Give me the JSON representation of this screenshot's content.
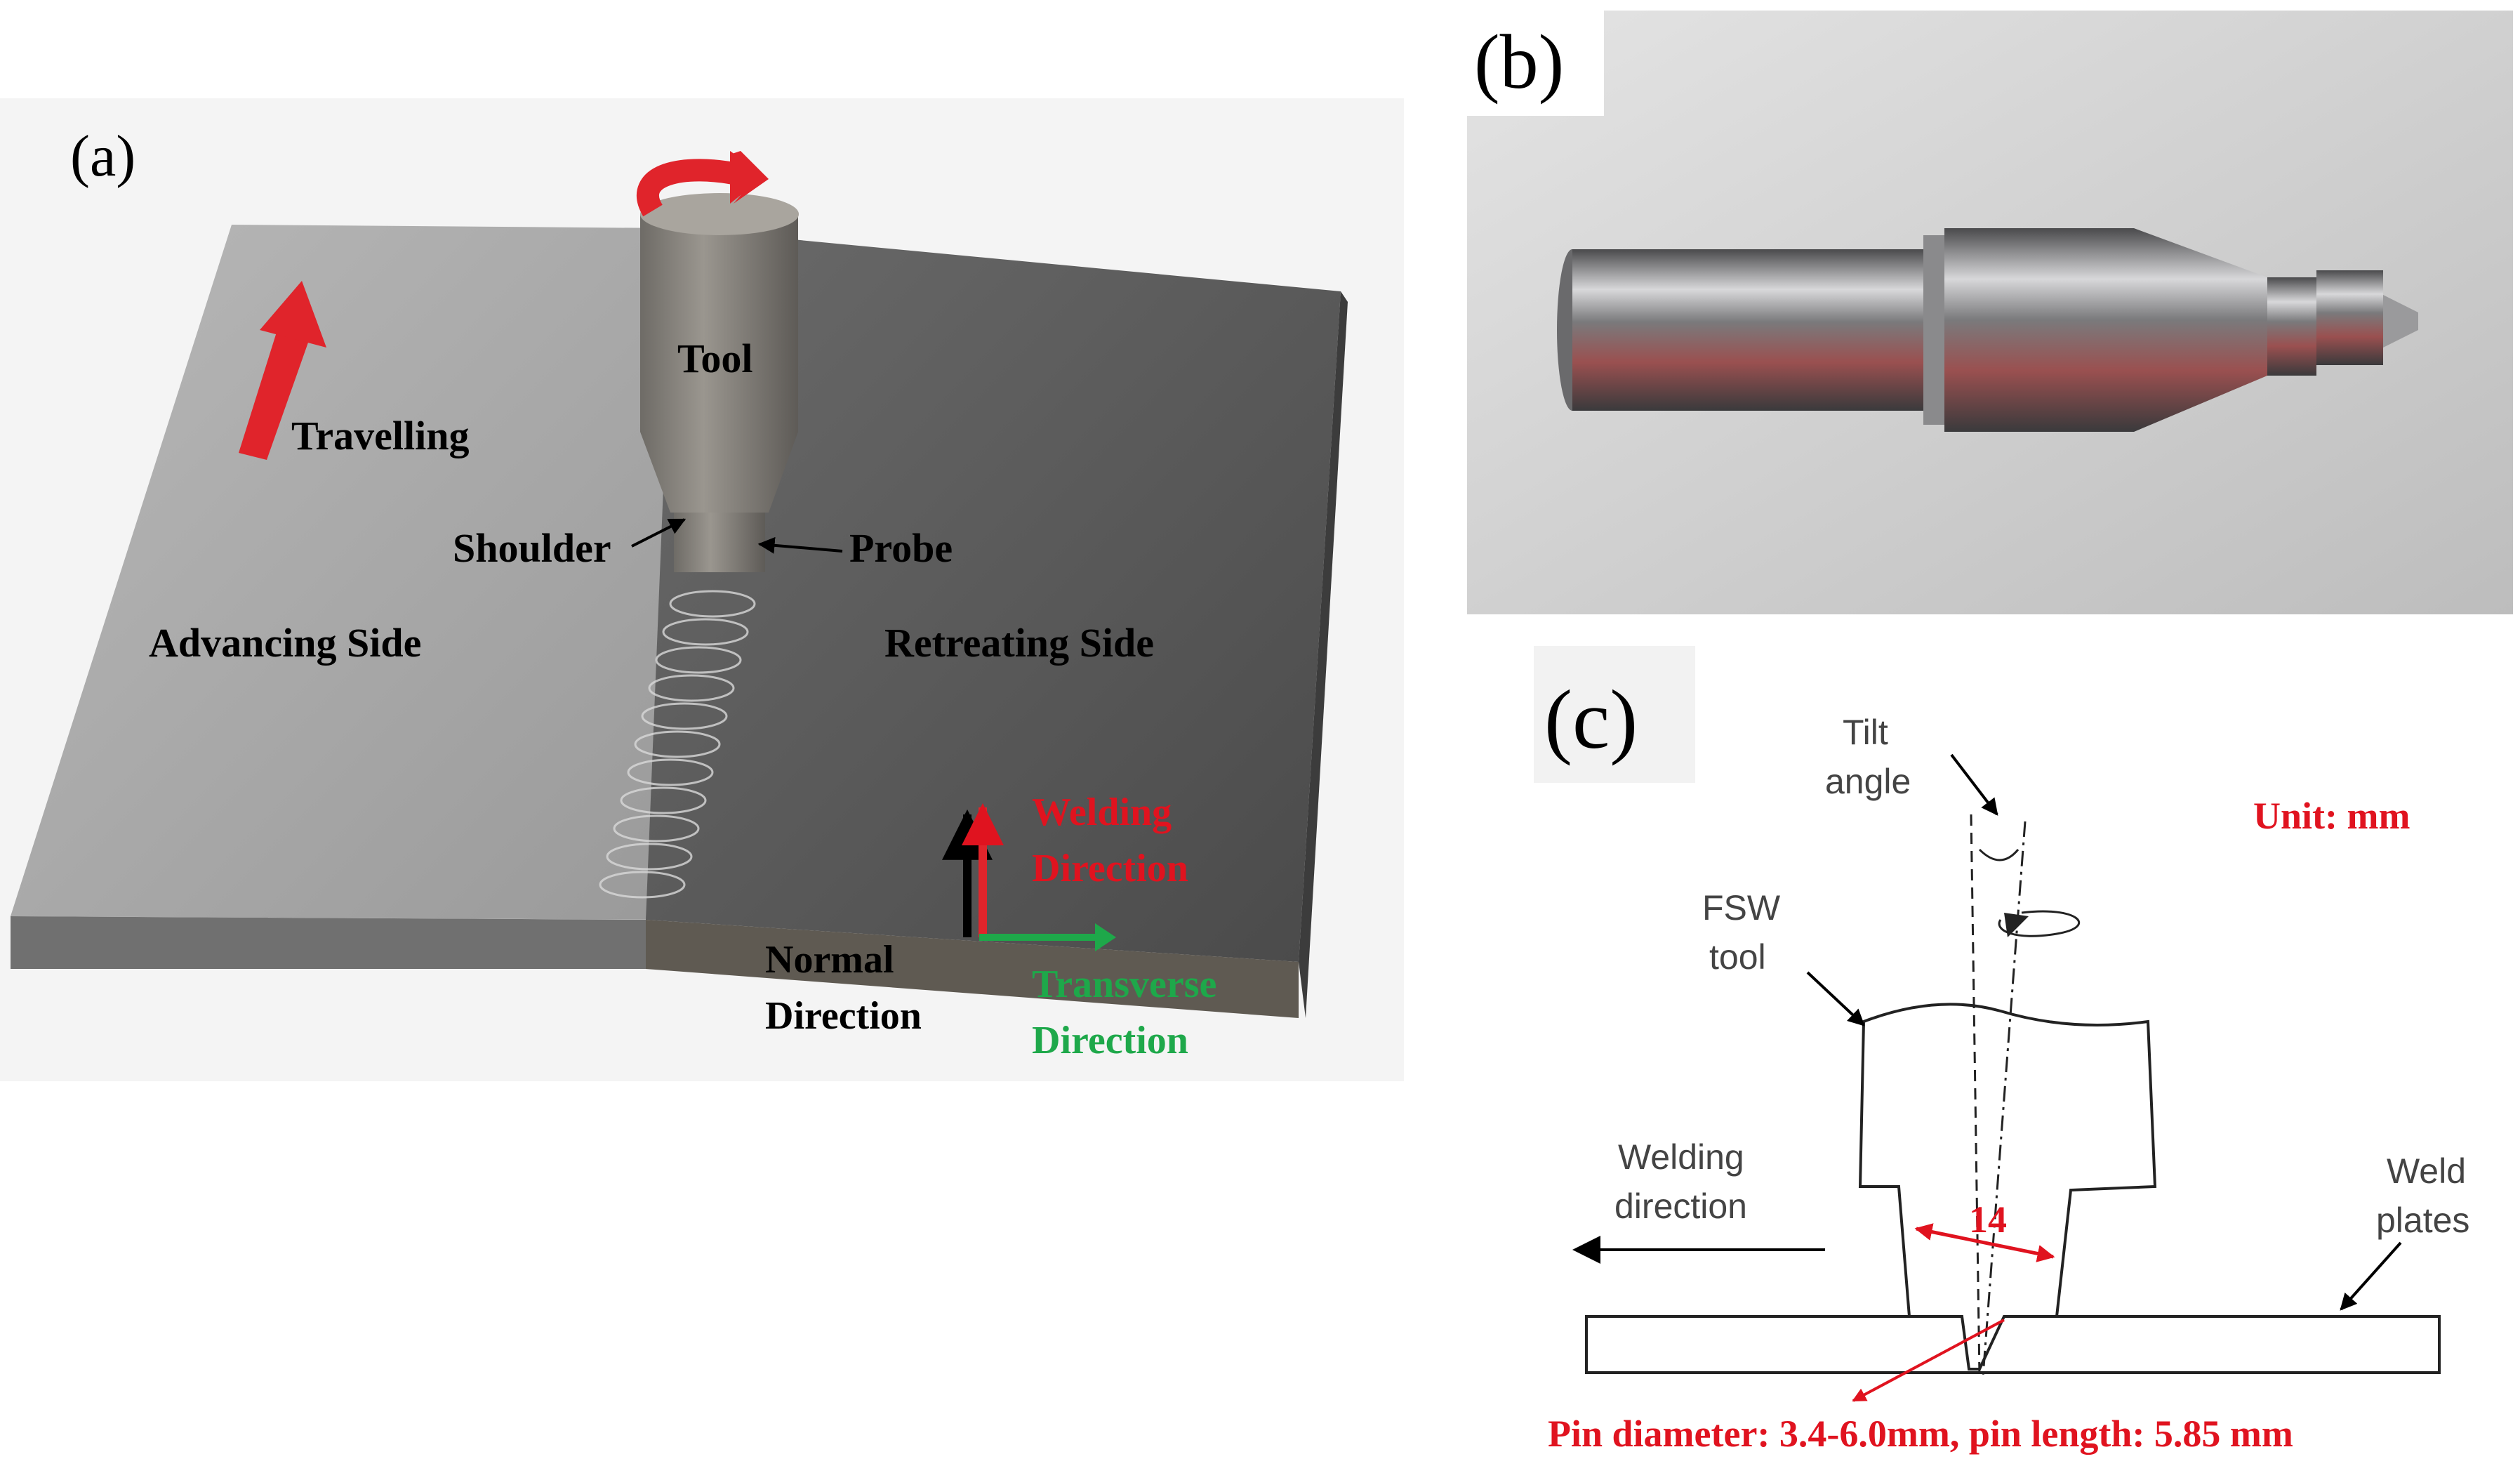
{
  "panel_a": {
    "label": "(a)",
    "tool": "Tool",
    "travelling": "Travelling",
    "shoulder": "Shoulder",
    "probe": "Probe",
    "advancing_side": "Advancing Side",
    "retreating_side": "Retreating Side",
    "welding_direction_1": "Welding",
    "welding_direction_2": "Direction",
    "normal_direction_1": "Normal",
    "normal_direction_2": "Direction",
    "transverse_direction_1": "Transverse",
    "transverse_direction_2": "Direction"
  },
  "panel_b": {
    "label": "(b)"
  },
  "panel_c": {
    "label": "(c)",
    "tilt_angle_1": "Tilt",
    "tilt_angle_2": "angle",
    "fsw_tool_1": "FSW",
    "fsw_tool_2": "tool",
    "unit": "Unit: mm",
    "welding_direction_1": "Welding",
    "welding_direction_2": "direction",
    "weld_plates_1": "Weld",
    "weld_plates_2": "plates",
    "shoulder_diameter": "14",
    "pin_spec": "Pin diameter: 3.4-6.0mm, pin length: 5.85 mm"
  },
  "colors": {
    "red_label": "#e0131f",
    "green_label": "#1ea84a",
    "arrow_red": "#e0242b",
    "plate_light": "#a7a7a7",
    "plate_dark": "#5a5a5a",
    "photo_bg": "#d3d3d3",
    "metal": "#8a8a8c"
  }
}
